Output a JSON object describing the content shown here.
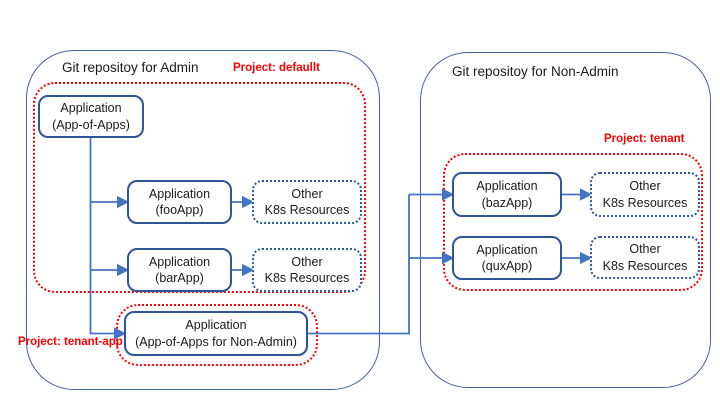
{
  "colors": {
    "repo_border": "#44639F",
    "box_border": "#2E5596",
    "connector": "#4472C4",
    "project_red": "#FF0000",
    "text": "#1A1A1A"
  },
  "left_repo": {
    "title": "Git repositoy for Admin",
    "project_label": "Project: defaullt",
    "app_of_apps": {
      "line1": "Application",
      "line2": "(App-of-Apps)"
    },
    "foo_app": {
      "line1": "Application",
      "line2": "(fooApp)"
    },
    "foo_other": {
      "line1": "Other",
      "line2": "K8s Resources"
    },
    "bar_app": {
      "line1": "Application",
      "line2": "(barApp)"
    },
    "bar_other": {
      "line1": "Other",
      "line2": "K8s Resources"
    },
    "tenant_app_label": "Project: tenant-app",
    "non_admin_app": {
      "line1": "Application",
      "line2": "(App-of-Apps for Non-Admin)"
    }
  },
  "right_repo": {
    "title": "Git repositoy for Non-Admin",
    "project_label": "Project: tenant",
    "baz_app": {
      "line1": "Application",
      "line2": "(bazApp)"
    },
    "baz_other": {
      "line1": "Other",
      "line2": "K8s Resources"
    },
    "qux_app": {
      "line1": "Application",
      "line2": "(quxApp)"
    },
    "qux_other": {
      "line1": "Other",
      "line2": "K8s Resources"
    }
  }
}
